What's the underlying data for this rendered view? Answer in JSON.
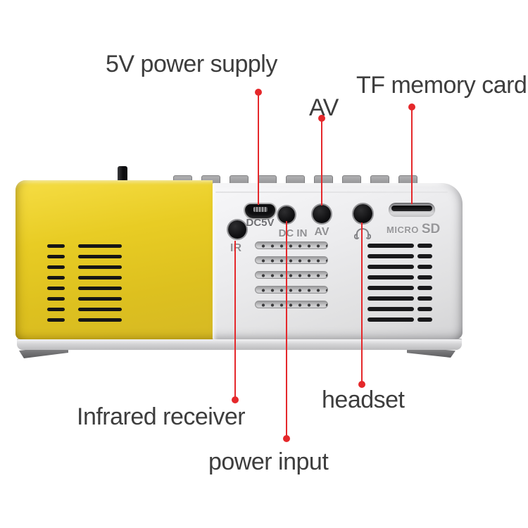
{
  "callouts": {
    "power_supply": {
      "label": "5V power supply"
    },
    "av": {
      "label": "AV"
    },
    "tf_card": {
      "label": "TF memory card"
    },
    "infrared": {
      "label": "Infrared receiver"
    },
    "headset": {
      "label": "headset"
    },
    "power_input": {
      "label": "power input"
    }
  },
  "device": {
    "ports": {
      "usb_label": "DC5V",
      "ir_label": "IR",
      "dc_in_label": "DC IN",
      "av_label": "AV",
      "sd_label_micro": "MICRO",
      "sd_label_sd": "SD"
    },
    "icons": {
      "headphone": "headphone-icon"
    }
  },
  "colors": {
    "annotation_red": "#e5282b",
    "body_yellow": "#e8cc24",
    "body_white": "#ececee",
    "label_text": "#3d3d3d",
    "port_text": "#909093"
  }
}
